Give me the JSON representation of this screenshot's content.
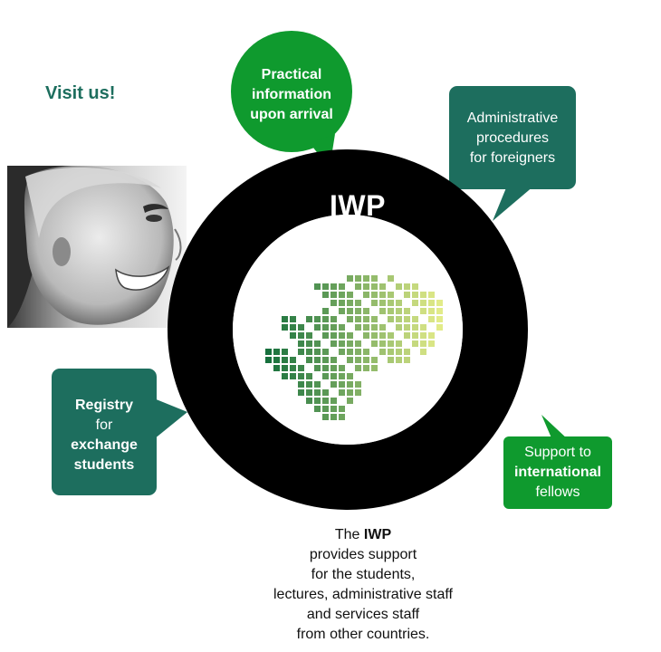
{
  "visit_label": "Visit us!",
  "ring_title": "IWP",
  "colors": {
    "teal": "#1d6e5e",
    "green": "#0f9a2e",
    "ring": "#000000"
  },
  "bubbles": {
    "practical": [
      "Practical",
      "information",
      "upon arrival"
    ],
    "admin": [
      "Administrative",
      "procedures",
      "for foreigners"
    ],
    "registry": [
      {
        "text": "Registry",
        "bold": true
      },
      {
        "text": "for",
        "bold": false
      },
      {
        "text": "exchange",
        "bold": true
      },
      {
        "text": "students",
        "bold": true
      }
    ],
    "support": [
      {
        "text": "Support to",
        "bold": false
      },
      {
        "text": "international",
        "bold": true
      },
      {
        "text": "fellows",
        "bold": false
      }
    ]
  },
  "caption": {
    "intro": "The ",
    "brand": "IWP",
    "lines": [
      "provides support",
      "for the students,",
      "lectures, administrative staff",
      "and services staff",
      "from other countries."
    ]
  },
  "icons": {
    "photo": "woman-smiling-photo",
    "map": "europe-pixel-map-icon"
  }
}
